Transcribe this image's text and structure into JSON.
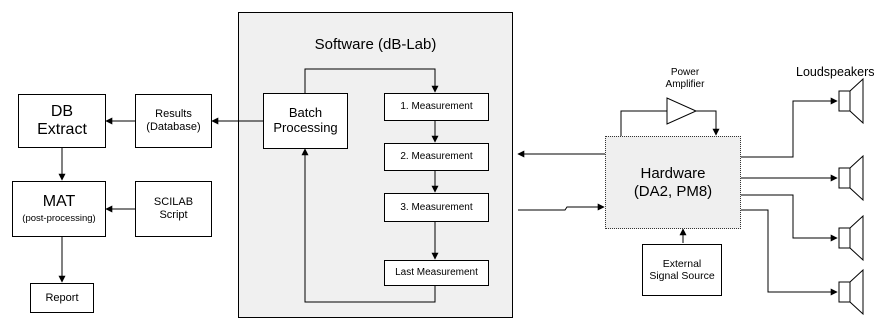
{
  "software": {
    "title": "Software (dB-Lab)"
  },
  "db_extract": {
    "line1": "DB",
    "line2": "Extract"
  },
  "results": {
    "line1": "Results",
    "line2": "(Database)"
  },
  "batch": {
    "line1": "Batch",
    "line2": "Processing"
  },
  "measurements": {
    "m1": "1. Measurement",
    "m2": "2. Measurement",
    "m3": "3. Measurement",
    "last": "Last Measurement"
  },
  "mat": {
    "title": "MAT",
    "subtitle": "(post-processing)"
  },
  "scilab": {
    "line1": "SCILAB",
    "line2": "Script"
  },
  "report": {
    "label": "Report"
  },
  "power_amp": {
    "line1": "Power",
    "line2": "Amplifier"
  },
  "loudspeakers": {
    "label": "Loudspeakers"
  },
  "hardware": {
    "line1": "Hardware",
    "line2": "(DA2, PM8)"
  },
  "external": {
    "line1": "External",
    "line2": "Signal Source"
  }
}
